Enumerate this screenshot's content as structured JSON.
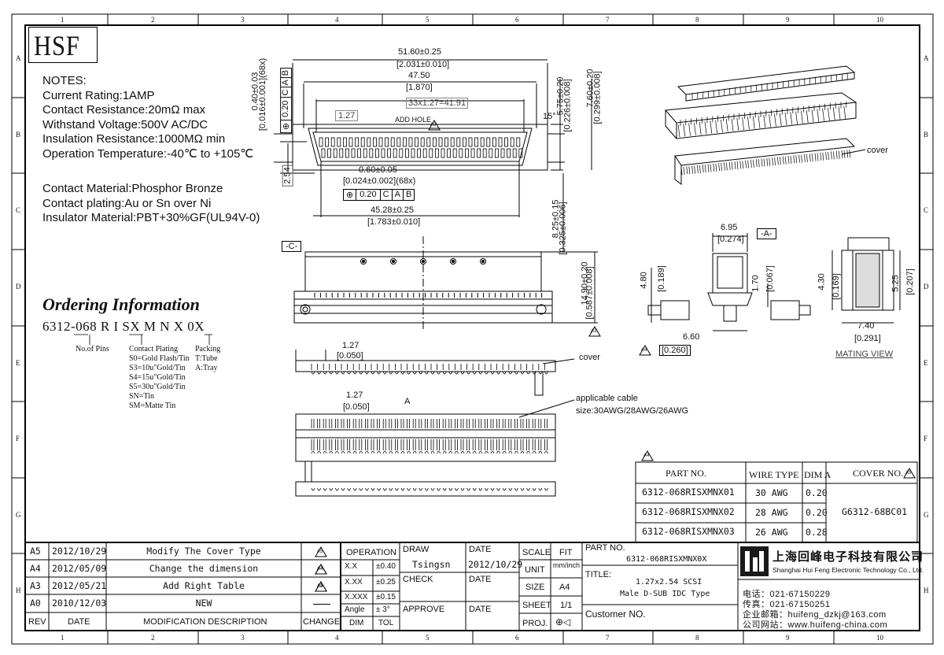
{
  "border_cols": [
    "1",
    "2",
    "3",
    "4",
    "5",
    "6",
    "7",
    "8",
    "9",
    "10"
  ],
  "border_rows": [
    "A",
    "B",
    "C",
    "D",
    "E",
    "F",
    "G",
    "H"
  ],
  "logo": "HSF",
  "notes": {
    "title": "NOTES:",
    "lines": [
      "Current Rating:1AMP",
      "Contact Resistance:20mΩ max",
      "Withstand Voltage:500V AC/DC",
      "Insulation Resistance:1000MΩ min",
      "Operation Temperature:-40℃ to +105℃"
    ]
  },
  "materials": [
    "Contact Material:Phosphor Bronze",
    "Contact plating:Au or Sn over Ni",
    "Insulator Material:PBT+30%GF(UL94V-0)"
  ],
  "ordering": {
    "title": "Ordering Information",
    "code": "6312-068 R I SX M N X 0X",
    "pins_label": "No.of Pins",
    "plating_title": "Contact Plating",
    "plating_items": [
      "S0=Gold Flash/Tin",
      "S3=10u\"Gold/Tin",
      "S4=15u\"Gold/Tin",
      "S5=30u\"Gold/Tin",
      "SN=Tin",
      "SM=Matte Tin"
    ],
    "packing_title": "Packing",
    "packing_items": [
      "T:Tube",
      "A:Tray"
    ]
  },
  "dims": {
    "d1": "51.60±0.25",
    "d1b": "[2.031±0.010]",
    "d2": "47.50",
    "d2b": "[1.870]",
    "d3": "33x1.27=41.91",
    "d4": "1.27",
    "d5": "ADD HOLE",
    "d6": "15°",
    "d7": "5.75±0.20",
    "d7b": "[0.226±0.008]",
    "d8": "7.60±0.20",
    "d8b": "[0.299±0.008]",
    "d9": "0.40±0.03",
    "d9b": "[0.016±0.001](68x)",
    "d10": "2.54",
    "d11": "0.60±0.05",
    "d11b": "[0.024±0.002](68x)",
    "d12": "45.28±0.25",
    "d12b": "[1.783±0.010]",
    "d13": "8.25±0.15",
    "d13b": "[0.325±0.006]",
    "d14": "14.90±0.20",
    "d14b": "[0.587±0.008]",
    "d15": "6.95",
    "d15b": "[0.274]",
    "d16": "4.80",
    "d16b": "[0.189]",
    "d17": "1.70",
    "d17b": "[0.067]",
    "d18": "6.60",
    "d18b": "[0.260]",
    "d19": "4.30",
    "d19b": "[0.169]",
    "d20": "5.25",
    "d20b": "[0.207]",
    "d21": "7.40",
    "d21b": "[0.291]",
    "d22": "1.27",
    "d22b": "[0.050]",
    "d23": "1.27",
    "d23b": "[0.050]",
    "fcf1": "0.20",
    "fcf_refs": [
      "C",
      "A",
      "B"
    ],
    "datum_a": "-A-",
    "datum_c": "-C-",
    "datum_a2": "A",
    "cover": "cover",
    "cable": "applicable cable",
    "cable_size": "size:30AWG/28AWG/26AWG",
    "mating": "MATING VIEW"
  },
  "part_table": {
    "headers": [
      "PART NO.",
      "WIRE TYPE",
      "DIM A",
      "COVER NO."
    ],
    "rows": [
      [
        "6312-068RISXMNX01",
        "30 AWG",
        "0.20"
      ],
      [
        "6312-068RISXMNX02",
        "28 AWG",
        "0.20"
      ],
      [
        "6312-068RISXMNX03",
        "26 AWG",
        "0.28"
      ]
    ],
    "cover_no": "G6312-68BC01"
  },
  "revisions": [
    {
      "rev": "A5",
      "date": "2012/10/29",
      "desc": "Modify The Cover Type",
      "flag": "A5"
    },
    {
      "rev": "A4",
      "date": "2012/05/09",
      "desc": "Change the dimension",
      "flag": "A4"
    },
    {
      "rev": "A3",
      "date": "2012/05/21",
      "desc": "Add Right Table",
      "flag": "A3"
    },
    {
      "rev": "A0",
      "date": "2010/12/03",
      "desc": "NEW",
      "flag": ""
    }
  ],
  "rev_headers": {
    "rev": "REV",
    "date": "DATE",
    "desc": "MODIFICATION DESCRIPTION",
    "change": "CHANGE"
  },
  "tolerances": {
    "title": "OPERATION",
    "rows": [
      [
        "X.X",
        "±0.40"
      ],
      [
        "X.XX",
        "±0.25"
      ],
      [
        "X.XXX",
        "±0.15"
      ],
      [
        "Angle",
        "± 3°"
      ]
    ],
    "dim": "DIM",
    "tol": "TOL"
  },
  "title_block": {
    "draw": "DRAW",
    "drawer": "Tsingsn",
    "date_label": "DATE",
    "date": "2012/10/29",
    "check": "CHECK",
    "approve": "APPROVE",
    "scale": "SCALE",
    "fit": "FIT",
    "unit": "UNIT",
    "unit_val": "mm/inch",
    "size": "SIZE",
    "size_val": "A4",
    "sheet": "SHEET",
    "sheet_val": "1/1",
    "proj": "PROJ.",
    "part_no_label": "PART NO.",
    "part_no": "6312-068RISXMNX0X",
    "title_label": "TITLE:",
    "title1": "1.27x2.54 SCSI",
    "title2": "Male D-SUB IDC Type",
    "customer": "Customer NO."
  },
  "company": {
    "cn": "上海回峰电子科技有限公司",
    "en": "Shanghai Hui Feng Electronic Technology Co., Ltd.",
    "tel": "电话：021-67150229",
    "fax": "传真：021-67150251",
    "email": "企业邮箱：huifeng_dzkj@163.com",
    "web": "公司网站：www.huifeng-china.com"
  },
  "callouts": [
    "A3",
    "A4",
    "A5",
    "A3",
    "A4",
    "A4",
    "A4"
  ]
}
